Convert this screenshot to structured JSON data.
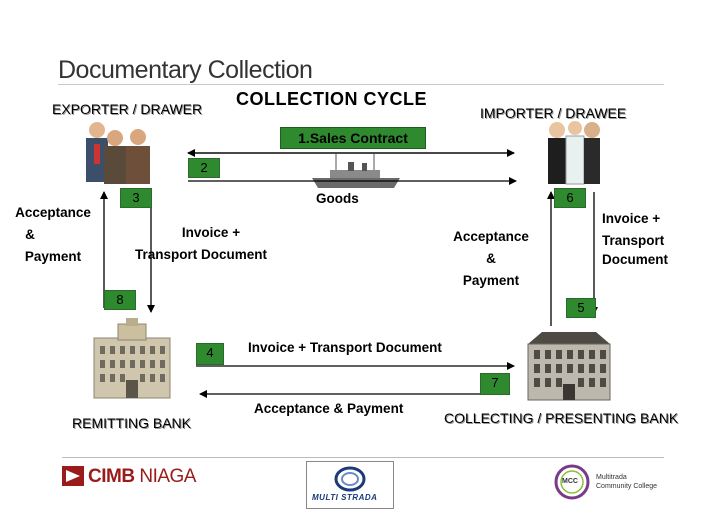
{
  "title": "Documentary Collection",
  "cycle_title": "COLLECTION CYCLE",
  "parties": {
    "exporter": "EXPORTER / DRAWER",
    "importer": "IMPORTER / DRAWEE",
    "remitting_bank": "REMITTING BANK",
    "collecting_bank": "COLLECTING / PRESENTING BANK"
  },
  "steps": {
    "s1": "1.Sales Contract",
    "s2": "2",
    "s3": "3",
    "s4": "4",
    "s5": "5",
    "s6": "6",
    "s7": "7",
    "s8": "8"
  },
  "labels": {
    "goods": "Goods",
    "left_accept_1": "Acceptance",
    "left_accept_2": "&",
    "left_accept_3": "Payment",
    "exp_doc_1": "Invoice +",
    "exp_doc_2": "Transport Document",
    "imp_accept_1": "Acceptance",
    "imp_accept_2": "&",
    "imp_accept_3": "Payment",
    "imp_doc_1": "Invoice +",
    "imp_doc_2": "Transport",
    "imp_doc_3": "Document",
    "bank_doc": "Invoice + Transport Document",
    "bank_accept": "Acceptance & Payment"
  },
  "logos": {
    "cimb_1": "CIMB",
    "cimb_2": "NIAGA",
    "multistrada": "MULTI STRADA",
    "mcc_badge": "MCC",
    "mcc_1": "Multitrada",
    "mcc_2": "Community College"
  },
  "colors": {
    "step_box": "#2f8a2f",
    "cimb": "#9b1b1b"
  }
}
